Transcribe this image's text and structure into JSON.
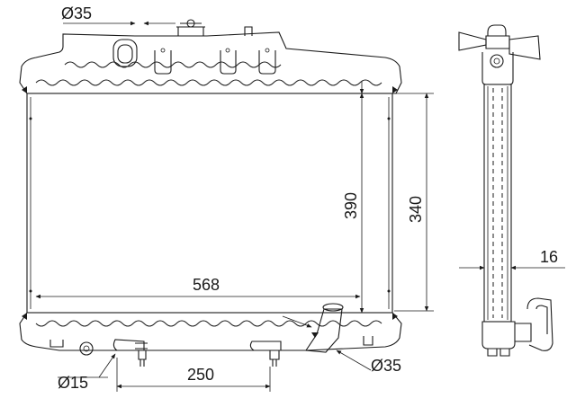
{
  "drawing": {
    "dimensions": {
      "top_pipe_diameter": "Ø35",
      "core_height": "390",
      "mount_height": "340",
      "core_width": "568",
      "thickness": "16",
      "drain_diameter": "Ø15",
      "mount_spacing": "250",
      "bottom_pipe_diameter": "Ø35"
    },
    "colors": {
      "line": "#1a1a1a",
      "background": "#ffffff"
    }
  }
}
